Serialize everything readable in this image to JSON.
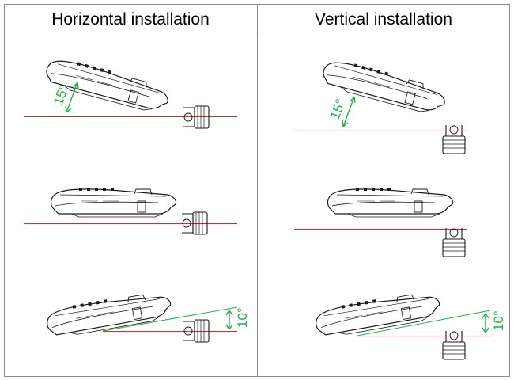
{
  "headers": {
    "left": "Horizontal installation",
    "right": "Vertical installation"
  },
  "diagrams": {
    "horizontal": [
      {
        "tilt_degrees": 15,
        "angle_label": "15°"
      },
      {
        "tilt_degrees": 0,
        "angle_label": ""
      },
      {
        "tilt_degrees": -10,
        "angle_label": "10°"
      }
    ],
    "vertical": [
      {
        "tilt_degrees": 15,
        "angle_label": "15°"
      },
      {
        "tilt_degrees": 0,
        "angle_label": ""
      },
      {
        "tilt_degrees": -10,
        "angle_label": "10°"
      }
    ]
  },
  "colors": {
    "reference_line": "#e0252b",
    "angle_marker": "#22b04a",
    "outline": "#1a1a1a",
    "grid": "#8a8a8a"
  }
}
